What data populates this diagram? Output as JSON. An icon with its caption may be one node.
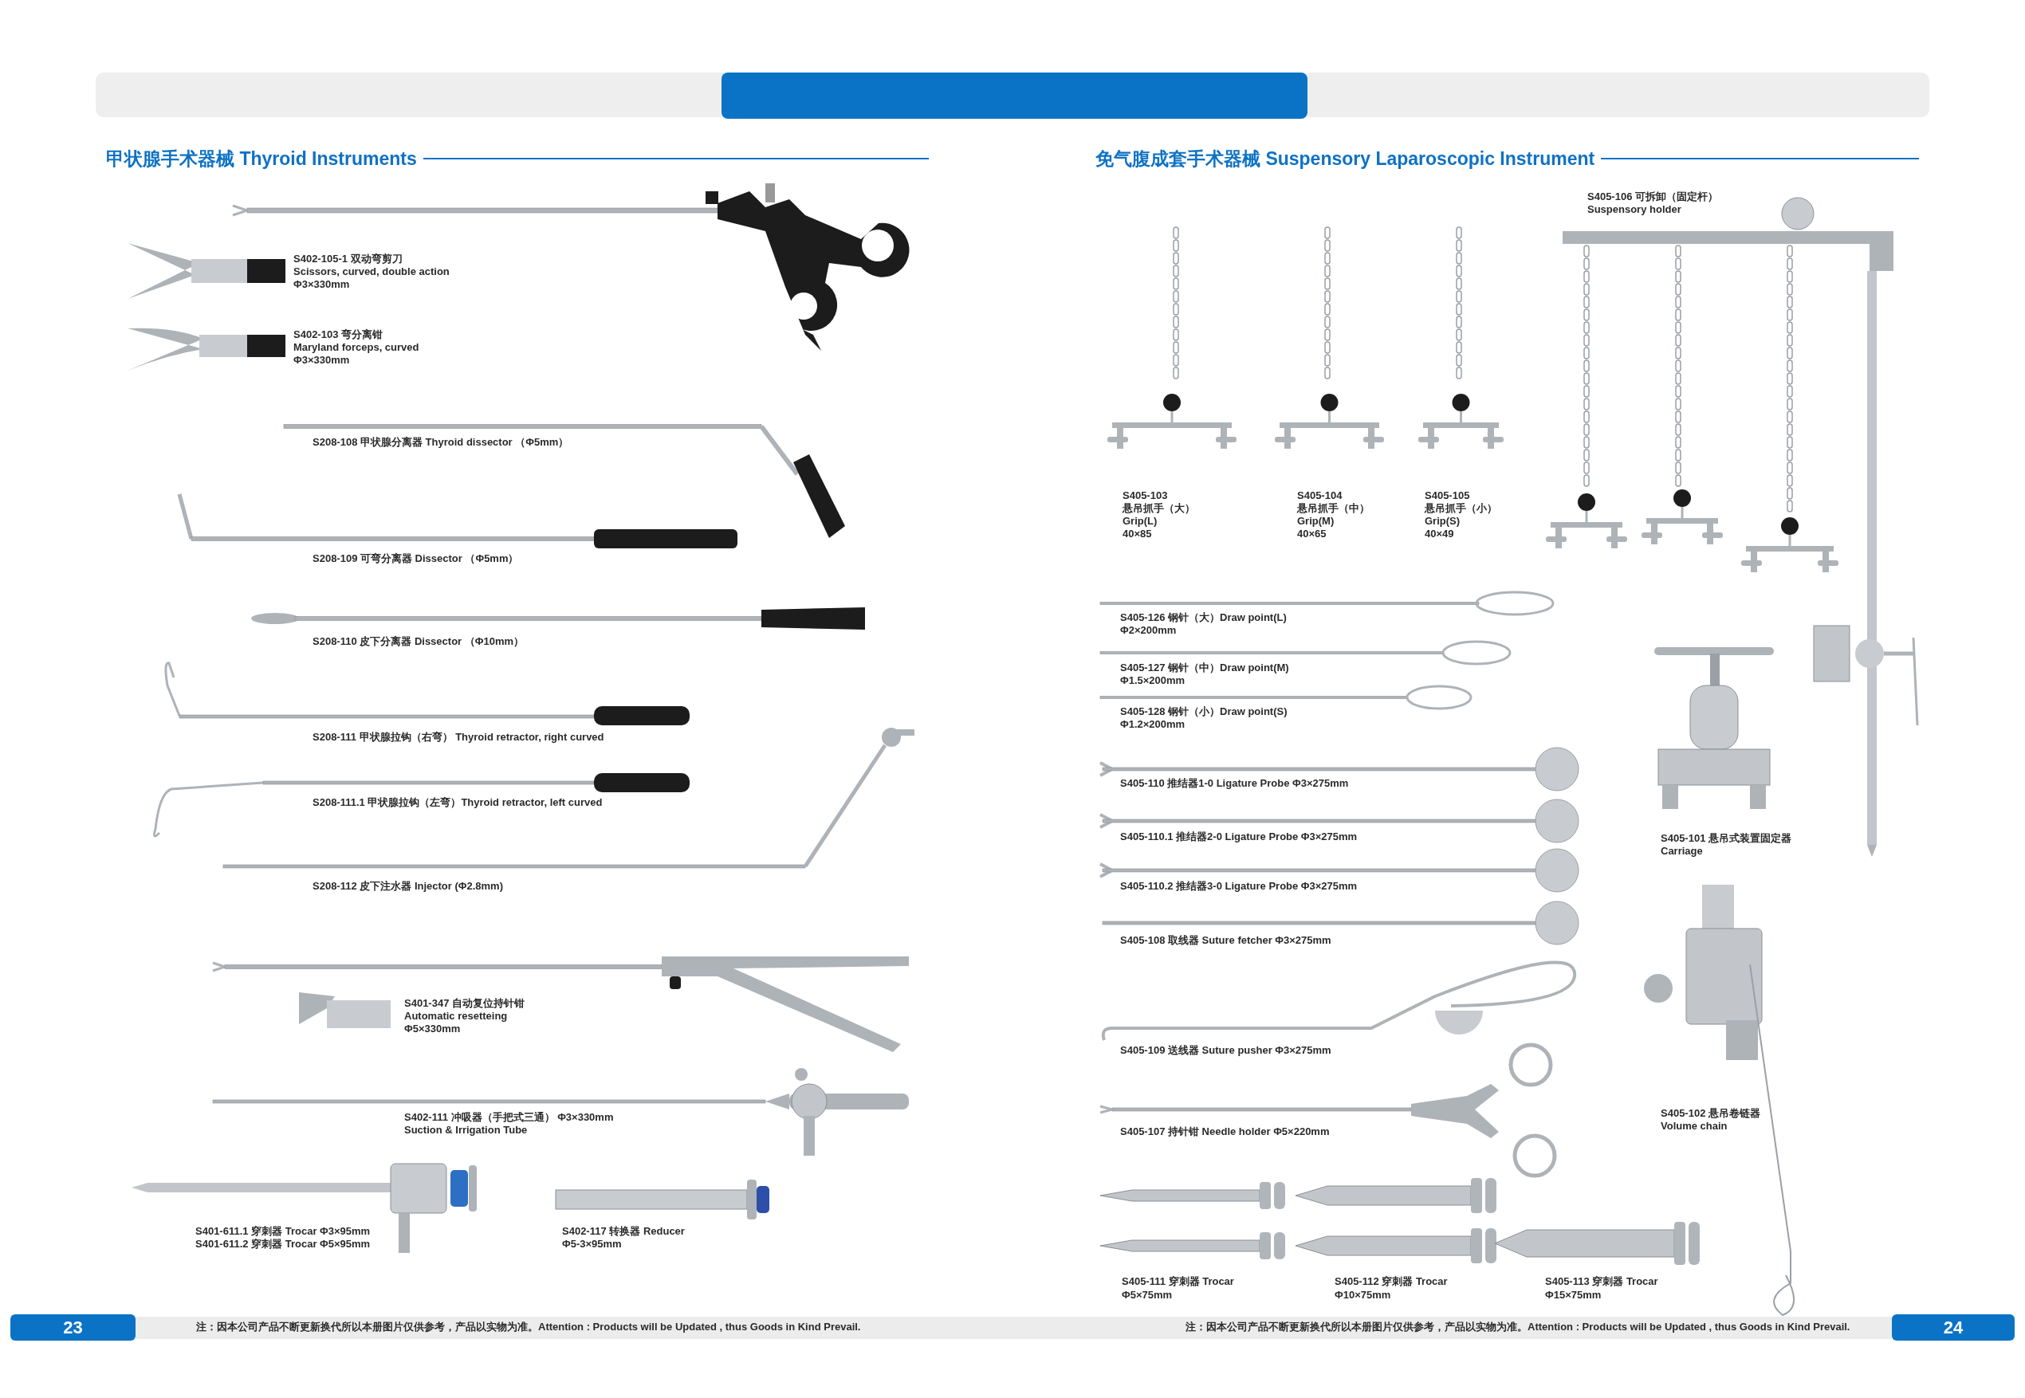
{
  "diagram": {
    "labels": [
      "甲状腺手术器械 Thyroid Instruments",
      "S402-105-1 双动弯剪刀",
      "Scissors, curved, double action",
      "Φ3×330mm",
      "S402-103 弯分离钳",
      "Maryland forceps, curved",
      "Φ3×330mm",
      "S208-108 甲状腺分离器 Thyroid dissector （Φ5mm）",
      "S208-109 可弯分离器 Dissector （Φ5mm）",
      "S208-110 皮下分离器 Dissector （Φ10mm）",
      "S208-111 甲状腺拉钩（右弯） Thyroid retractor, right curved",
      "S208-111.1 甲状腺拉钩（左弯）Thyroid retractor, left curved",
      "S208-112 皮下注水器 Injector (Φ2.8mm)",
      "S401-347 自动复位持针钳",
      "Automatic resetteing",
      "Φ5×330mm",
      "S402-111 冲吸器（手把式三通） Φ3×330mm",
      "Suction & Irrigation Tube",
      "S401-611.1 穿刺器 Trocar Φ3×95mm",
      "S401-611.2 穿刺器 Trocar Φ5×95mm",
      "S402-117 转换器 Reducer",
      "Φ5-3×95mm",
      "23",
      "注：因本公司产品不断更新换代所以本册图片仅供参考，产品以实物为准。Attention : Products will be Updated , thus Goods in Kind Prevail.",
      "免气腹成套手术器械 Suspensory Laparoscopic Instrument",
      "S405-106 可拆卸（固定杆）",
      "Suspensory holder",
      "S405-103",
      "悬吊抓手（大）",
      "Grip(L)",
      "40×85",
      "S405-104",
      "悬吊抓手（中）",
      "Grip(M)",
      "40×65",
      "S405-105",
      "悬吊抓手（小）",
      "Grip(S)",
      "40×49",
      "S405-126 钢针（大）Draw point(L)",
      "Φ2×200mm",
      "S405-127 钢针（中）Draw point(M)",
      "Φ1.5×200mm",
      "S405-128 钢针（小）Draw point(S)",
      "Φ1.2×200mm",
      "S405-110 推结器1-0 Ligature Probe Φ3×275mm",
      "S405-110.1 推结器2-0 Ligature Probe Φ3×275mm",
      "S405-110.2 推结器3-0 Ligature Probe Φ3×275mm",
      "S405-108 取线器 Suture fetcher  Φ3×275mm",
      "S405-109 送线器 Suture pusher Φ3×275mm",
      "S405-107 持针钳 Needle holder Φ5×220mm",
      "S405-101 悬吊式装置固定器",
      "Carriage",
      "S405-102 悬吊卷链器",
      "Volume chain",
      "S405-111 穿刺器 Trocar",
      "Φ5×75mm",
      "S405-112 穿刺器 Trocar",
      "Φ10×75mm",
      "S405-113 穿刺器 Trocar",
      "Φ15×75mm",
      "注：因本公司产品不断更新换代所以本册图片仅供参考，产品以实物为准。Attention : Products will be Updated , thus Goods in Kind Prevail.",
      "24"
    ]
  }
}
